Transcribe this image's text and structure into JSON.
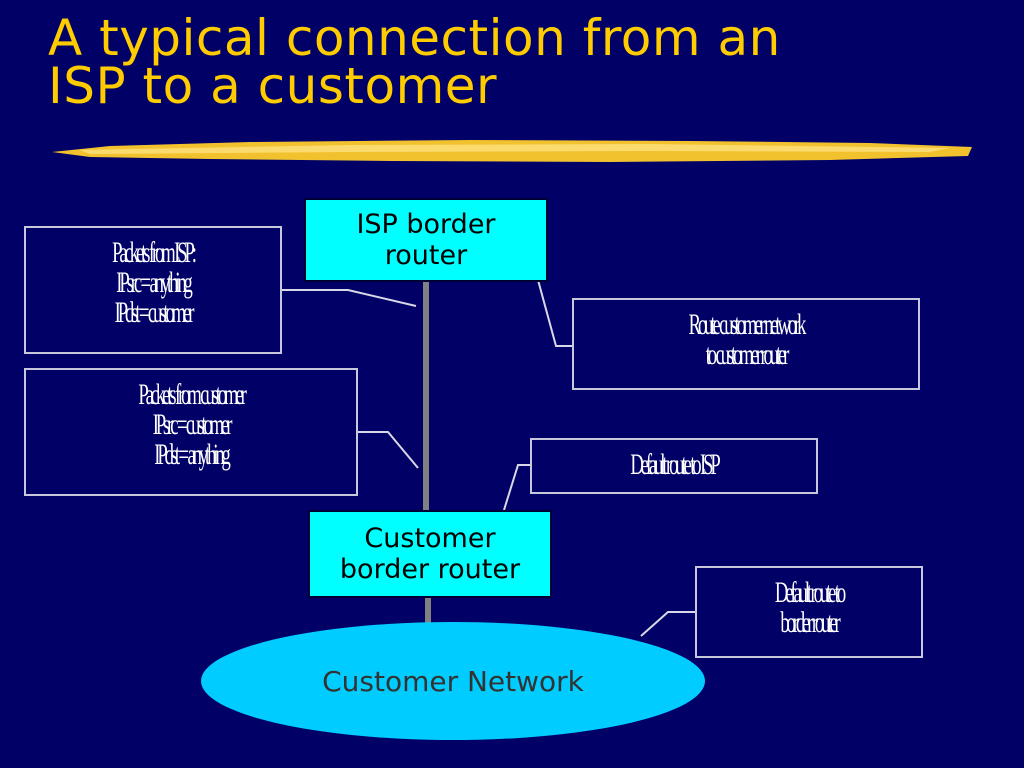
{
  "slide": {
    "title_lines": [
      "A typical connection from an",
      "ISP to a customer"
    ],
    "colors": {
      "background": "#000066",
      "title": "#FFCC00",
      "router_fill": "#00FFFF",
      "network_fill": "#00CCFF",
      "link": "#808080"
    }
  },
  "routers": {
    "isp": {
      "lines": [
        "ISP border",
        "router"
      ]
    },
    "customer": {
      "lines": [
        "Customer",
        "border router"
      ]
    }
  },
  "network": {
    "label": "Customer Network"
  },
  "callouts": {
    "packets_from_isp": {
      "lines": [
        "Packets from ISP:",
        "IPsrc = anything",
        "IPdst = customer"
      ]
    },
    "packets_from_customer": {
      "lines": [
        "Packets from customer",
        "IPsrc = customer",
        "IPdst = anything"
      ]
    },
    "route_customer_network": {
      "lines": [
        "Route customer network",
        "to customer router"
      ]
    },
    "default_route_isp": {
      "lines": [
        "Default route to ISP"
      ]
    },
    "default_route_border": {
      "lines": [
        "Default route to",
        "border router"
      ]
    }
  }
}
